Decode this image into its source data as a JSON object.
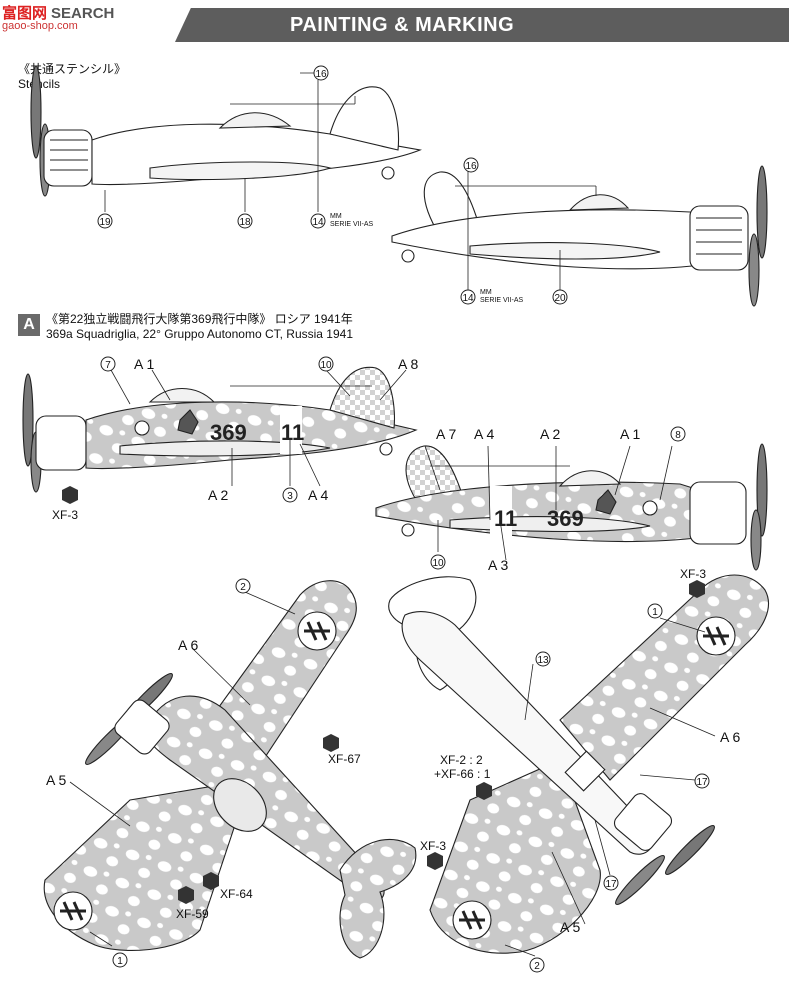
{
  "watermark": {
    "main": "富图网",
    "search": "SEARCH",
    "sub": "gaoo-shop.com"
  },
  "header": {
    "title": "PAINTING & MARKING"
  },
  "stencils_section": {
    "title_jp": "《共通ステンシル》",
    "title_en": "Stencils"
  },
  "scheme_a": {
    "badge": "A",
    "title_jp": "《第22独立戦闘飛行大隊第369飛行中隊》 ロシア 1941年",
    "title_en": "369a Squadriglia, 22° Gruppo Autonomo CT, Russia 1941",
    "fuselage_code": "369",
    "tail_number": "11"
  },
  "stencil_text": {
    "line1": "MM",
    "line2": "SERIE VII-AS"
  },
  "callouts": {
    "s16a": "16",
    "s19": "19",
    "s18": "18",
    "s14a": "14",
    "s16b": "16",
    "s14b": "14",
    "s20": "20",
    "a7": "7",
    "a1": "A 1",
    "a10": "10",
    "a8": "A 8",
    "a2": "A 2",
    "a3": "3",
    "a4": "A 4",
    "b7": "A 7",
    "b4": "A 4",
    "b2": "A 2",
    "b1": "A 1",
    "b8": "8",
    "b10": "10",
    "b3": "A 3",
    "t2": "2",
    "t6": "A 6",
    "t5": "A 5",
    "t1": "1",
    "u13": "13",
    "u1": "1",
    "u6": "A 6",
    "u17a": "17",
    "u17b": "17",
    "u5": "A 5",
    "u2": "2"
  },
  "paints": {
    "xf3_side": "XF-3",
    "xf67": "XF-67",
    "xf64": "XF-64",
    "xf59": "XF-59",
    "xf3_top": "XF-3",
    "xf2": "XF-2 : 2",
    "xf66": "+XF-66 : 1",
    "xf3_bottom": "XF-3"
  },
  "colors": {
    "header_bg": "#5d5d5d",
    "camo_bg": "#c9c9c9",
    "camo_spot": "#ffffff",
    "line": "#222222"
  }
}
